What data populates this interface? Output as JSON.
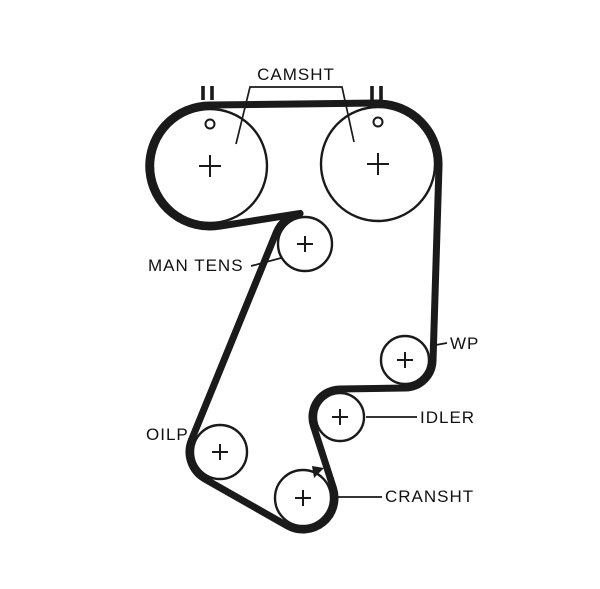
{
  "diagram": {
    "type": "timing-belt-routing-diagram",
    "background_color": "#ffffff",
    "line_color": "#1a1a1a",
    "labels": {
      "camshaft": "CAMSHT",
      "manual_tensioner": "MAN TENS",
      "water_pump": "WP",
      "idler": "IDLER",
      "oil_pump": "OILP",
      "crankshaft": "CRANSHT"
    },
    "marks": {
      "pulley_center_symbol": "+",
      "camshaft_alignment_symbol": "II"
    },
    "pulleys": [
      {
        "id": "camshaft-left",
        "label_ref": "camshaft"
      },
      {
        "id": "camshaft-right",
        "label_ref": "camshaft"
      },
      {
        "id": "manual-tensioner",
        "label_ref": "manual_tensioner"
      },
      {
        "id": "water-pump",
        "label_ref": "water_pump"
      },
      {
        "id": "idler",
        "label_ref": "idler"
      },
      {
        "id": "oil-pump",
        "label_ref": "oil_pump"
      },
      {
        "id": "crankshaft",
        "label_ref": "crankshaft"
      }
    ]
  }
}
